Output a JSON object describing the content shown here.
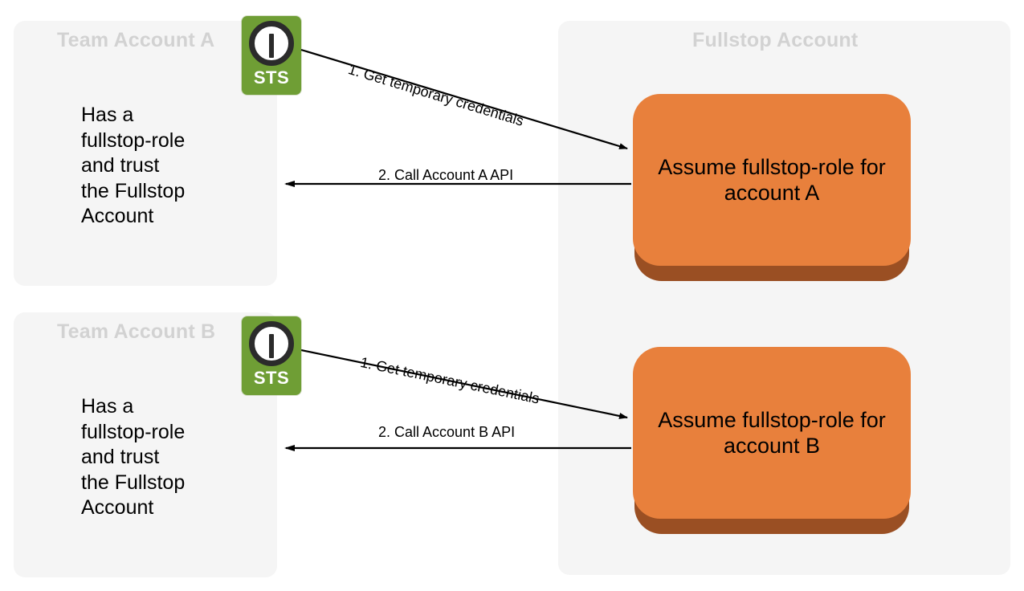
{
  "diagram": {
    "title_semantics": "AWS cross-account STS role assumption flow",
    "colors": {
      "panel_bg": "#f5f5f5",
      "panel_title": "#d2d2d2",
      "role_box": "#e8803c",
      "role_box_base": "#9a4f23",
      "sts_green": "#6f9e35",
      "arrow": "#000000",
      "page_bg": "#ffffff"
    }
  },
  "team_panels": [
    {
      "id": "team-account-a",
      "title": "Team Account A",
      "body": "Has a\nfullstop-role\nand trust\nthe Fullstop\nAccount"
    },
    {
      "id": "team-account-b",
      "title": "Team Account B",
      "body": "Has a\nfullstop-role\nand trust\nthe Fullstop\nAccount"
    }
  ],
  "fullstop_panel": {
    "id": "fullstop-account",
    "title": "Fullstop Account"
  },
  "sts_icons": [
    {
      "id": "sts-icon-a",
      "label": "STS",
      "icon": "clock-icon"
    },
    {
      "id": "sts-icon-b",
      "label": "STS",
      "icon": "clock-icon"
    }
  ],
  "role_boxes": [
    {
      "id": "assume-role-a",
      "text": "Assume fullstop-role for\naccount A"
    },
    {
      "id": "assume-role-b",
      "text": "Assume fullstop-role for\naccount B"
    }
  ],
  "flows": [
    {
      "id": "flow-a-1",
      "label": "1. Get temporary credentials",
      "direction": "right",
      "from": "sts-icon-a",
      "to": "assume-role-a"
    },
    {
      "id": "flow-a-2",
      "label": "2. Call Account A API",
      "direction": "left",
      "from": "assume-role-a",
      "to": "team-account-a"
    },
    {
      "id": "flow-b-1",
      "label": "1. Get temporary credentials",
      "direction": "right",
      "from": "sts-icon-b",
      "to": "assume-role-b"
    },
    {
      "id": "flow-b-2",
      "label": "2. Call Account B API",
      "direction": "left",
      "from": "assume-role-b",
      "to": "team-account-b"
    }
  ]
}
